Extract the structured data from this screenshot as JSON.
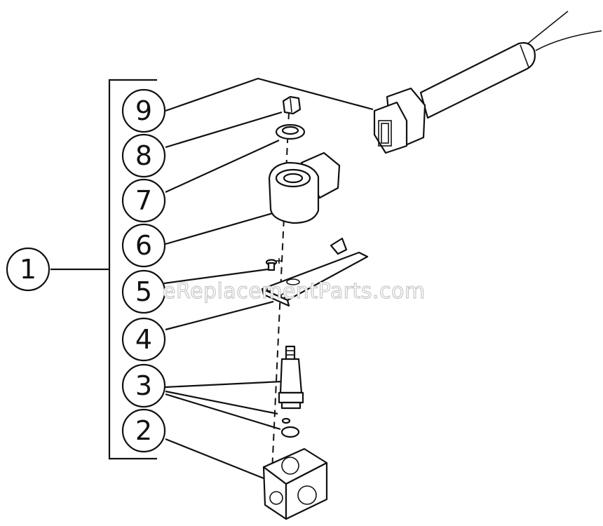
{
  "callouts": [
    {
      "id": "1",
      "label": "1"
    },
    {
      "id": "2",
      "label": "2"
    },
    {
      "id": "3",
      "label": "3"
    },
    {
      "id": "4",
      "label": "4"
    },
    {
      "id": "5",
      "label": "5"
    },
    {
      "id": "6",
      "label": "6"
    },
    {
      "id": "7",
      "label": "7"
    },
    {
      "id": "8",
      "label": "8"
    },
    {
      "id": "9",
      "label": "9"
    }
  ],
  "watermark": "eReplacementParts.com"
}
